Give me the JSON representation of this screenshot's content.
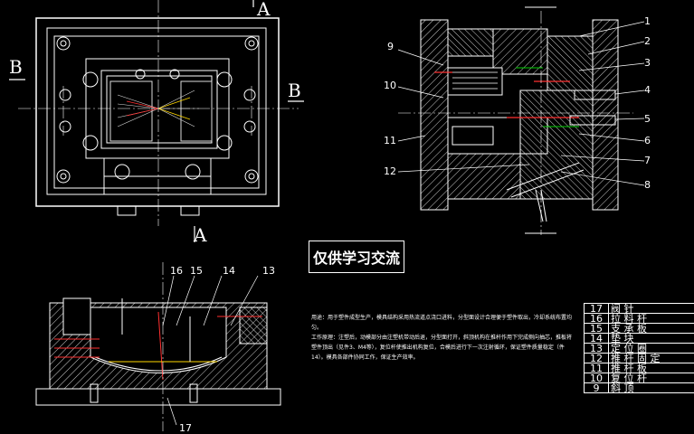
{
  "drawing": {
    "section_labels": {
      "a_top": "A",
      "a_bottom": "A",
      "b_left": "B",
      "b_right": "B"
    },
    "part_callouts": [
      "1",
      "2",
      "3",
      "4",
      "5",
      "6",
      "7",
      "8",
      "9",
      "10",
      "11",
      "12"
    ],
    "lower_callouts": [
      "16",
      "15",
      "14",
      "13",
      "17"
    ],
    "stamp": "仅供学习交流",
    "notes": [
      "用途：用于塑件成型生产，模具结构采用热流道点浇口进料，分型面设计合理便于塑件取出，冷却系统布置均匀。",
      "工作原理：注塑后，动模部分由注塑机带动后退，分型面打开，斜顶机构在推杆作用下完成侧向抽芯，推板将塑件顶出（见件3、M4等），复位杆使推出机构复位，合模后进行下一次注射循环，保证塑件质量稳定（件14）。模具各部件协同工作，保证生产效率。"
    ],
    "bom": [
      {
        "no": "17",
        "name": "阀 针"
      },
      {
        "no": "16",
        "name": "拉 料 杆"
      },
      {
        "no": "15",
        "name": "支 承 板"
      },
      {
        "no": "14",
        "name": "垫 块"
      },
      {
        "no": "13",
        "name": "定 位 圈"
      },
      {
        "no": "12",
        "name": "推 杆 固 定"
      },
      {
        "no": "11",
        "name": "推 杆 板"
      },
      {
        "no": "10",
        "name": "复 位 杆"
      },
      {
        "no": "9",
        "name": "斜 顶"
      }
    ]
  }
}
